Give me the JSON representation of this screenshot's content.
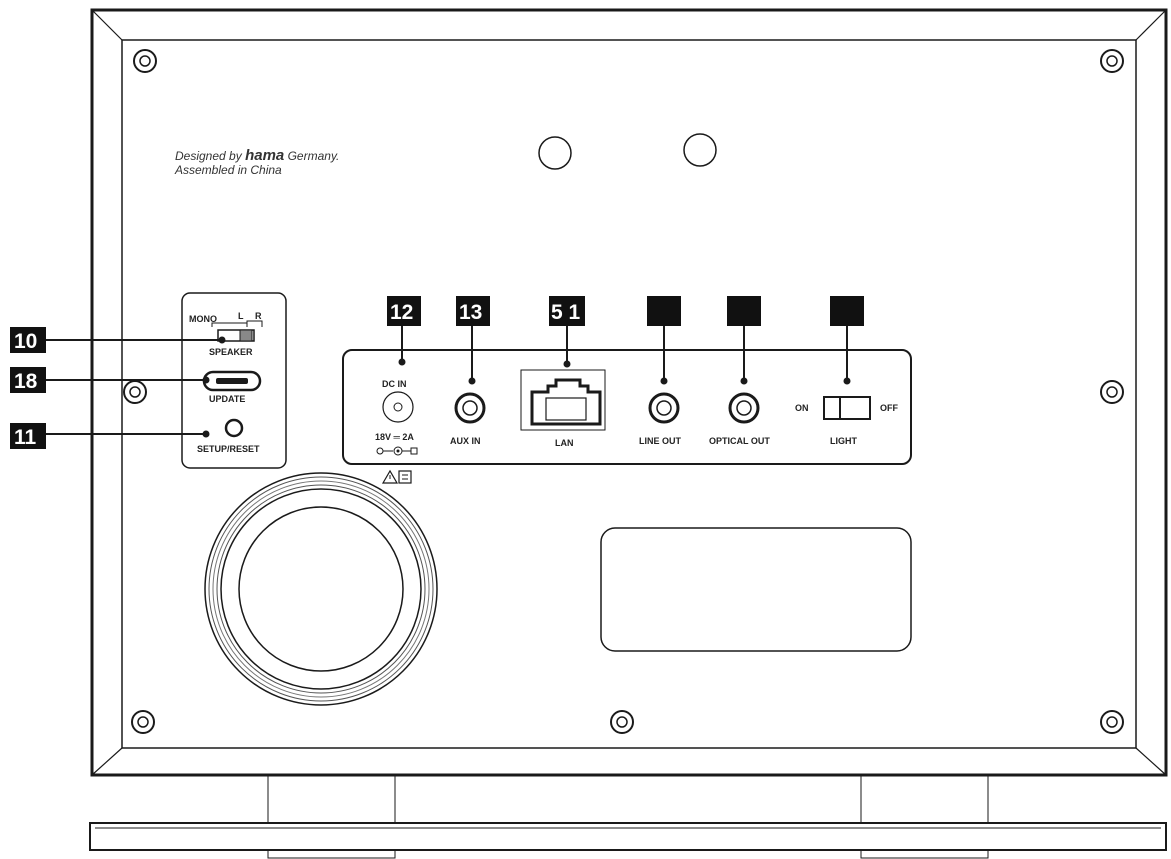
{
  "branding": {
    "line1_prefix": "Designed by",
    "line1_brand": "hama",
    "line1_suffix": "Germany.",
    "line2": "Assembled in China"
  },
  "side_panel": {
    "speaker_mono": "MONO",
    "speaker_l": "L",
    "speaker_r": "R",
    "speaker_label": "SPEAKER",
    "update_label": "UPDATE",
    "setup_label": "SETUP/RESET"
  },
  "ports": {
    "dc_top": "DC IN",
    "dc_bottom": "18V ═ 2A",
    "aux": "AUX IN",
    "lan": "LAN",
    "line_out": "LINE OUT",
    "optical_out": "OPTICAL OUT",
    "light_on": "ON",
    "light_off": "OFF",
    "light": "LIGHT"
  },
  "callouts": {
    "speaker": "10",
    "update": "18",
    "setup": "11",
    "dc": "12",
    "aux": "13",
    "lan": "5 1",
    "line_out": "",
    "optical_out": "",
    "light": ""
  },
  "colors": {
    "line": "#1a1a1a",
    "callout_bg": "#111111",
    "callout_text": "#ffffff"
  }
}
